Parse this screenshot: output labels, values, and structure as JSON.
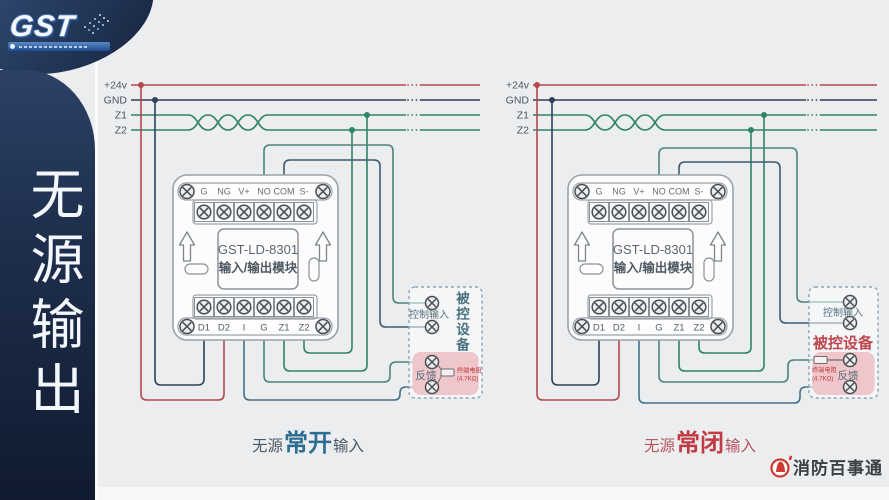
{
  "sidebar": {
    "vertical_title": "无源输出"
  },
  "logo": {
    "text": "GST"
  },
  "bus": {
    "labels": [
      "+24v",
      "GND",
      "Z1",
      "Z2"
    ]
  },
  "module": {
    "title_line1": "GST-LD-8301",
    "title_line2": "输入/输出模块",
    "top_terminals": [
      "G",
      "NG",
      "V+",
      "NO",
      "COM",
      "S-"
    ],
    "bottom_terminals": [
      "D1",
      "D2",
      "I",
      "G",
      "Z1",
      "Z2"
    ]
  },
  "device_box": {
    "control_input": "控制输入",
    "device_name": "被控设备",
    "device_name_chars": [
      "被",
      "控",
      "设",
      "备"
    ],
    "feedback": "反馈",
    "resistor_line1": "终端电阻",
    "resistor_line2": "(4.7KΩ)"
  },
  "diagrams": [
    {
      "caption_prefix": "无源",
      "caption_main": "常开",
      "caption_suffix": "输入"
    },
    {
      "caption_prefix": "无源",
      "caption_main": "常闭",
      "caption_suffix": "输入"
    }
  ],
  "footer": {
    "brand": "消防百事通"
  },
  "colors": {
    "wire_red": "#b4484e",
    "wire_navy": "#2c4257",
    "wire_green": "#2f8468",
    "wire_teal": "#4b8577",
    "wire_steel_dark": "#3b5a74",
    "wire_steel": "#44708c",
    "caption1_normal": "#4a5a66",
    "caption1_big": "#2c6e91",
    "caption2_normal": "#b5565c",
    "caption2_big": "#c13a44",
    "pink_bg": "#efc6ca",
    "resistor_text": "#c03a40",
    "box_label": "#56707e",
    "device_name_v": "#49717f",
    "device_name_h": "#c04750",
    "brand_red": "#cc3a31",
    "module_stroke": "#9aa2a8"
  }
}
